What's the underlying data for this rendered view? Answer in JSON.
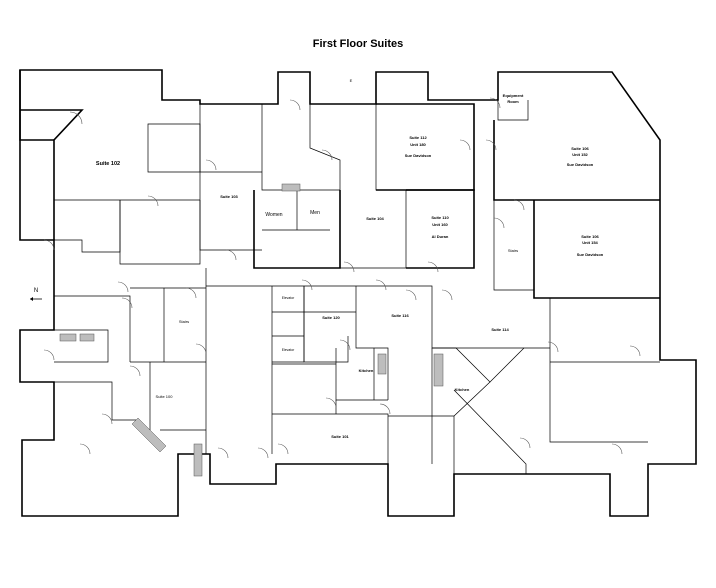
{
  "title": "First Floor Suites",
  "north_label": "N",
  "e_label": "E",
  "rooms": {
    "suite_102": "Suite 102",
    "suite_103": "Suite 103",
    "women": "Women",
    "men": "Men",
    "suite_104": "Suite 104",
    "suite_112": "Suite 112",
    "unit_180": "Unit 180",
    "sue_davidson_a": "Sue Davidson",
    "suite_110": "Suite 110",
    "unit_160": "Unit 160",
    "al_duran": "Al Duran",
    "equipment_1": "Equipment",
    "equipment_2": "Room",
    "suite_106a": "Suite 106",
    "unit_152": "Unit 152",
    "sue_davidson_b": "Sue Davidson",
    "suite_106b": "Suite 106",
    "unit_154": "Unit 154",
    "sue_davidson_c": "Sue Davidson",
    "stairs_right": "Stairs",
    "stairs_left": "Stairs",
    "suite_120": "Suite 120",
    "suite_116": "Suite 116",
    "suite_114": "Suite 114",
    "kitchen_center": "Kitchen",
    "kitchen_right": "Kitchen",
    "suite_101": "Suite 101",
    "suite_100": "Suite 100",
    "elevator": "Elevator",
    "elevator_2": "Elevator"
  }
}
